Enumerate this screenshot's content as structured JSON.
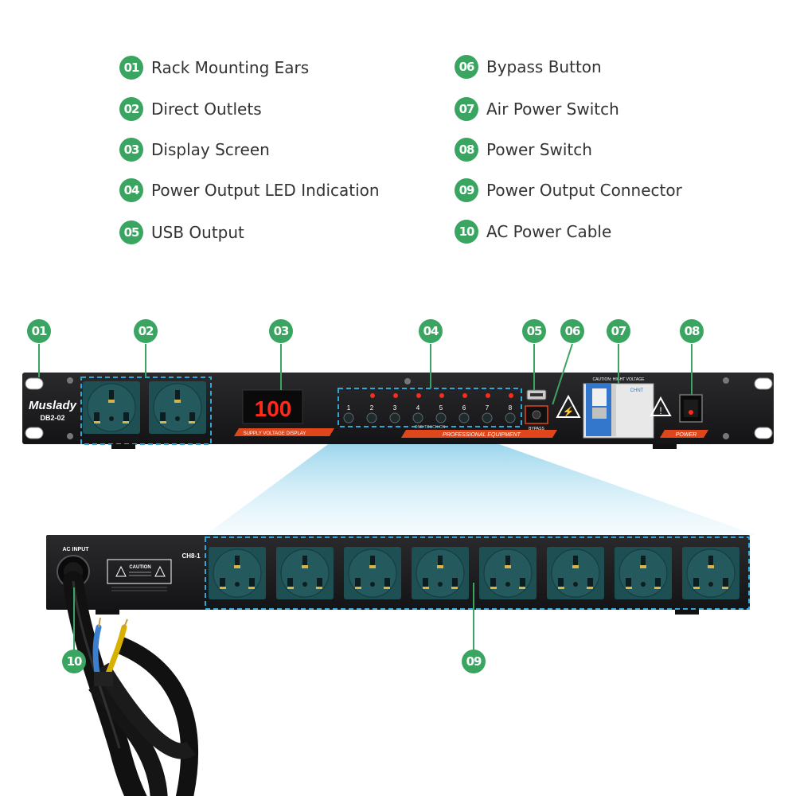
{
  "legend": [
    {
      "num": "01",
      "label": "Rack Mounting Ears"
    },
    {
      "num": "02",
      "label": "Direct Outlets"
    },
    {
      "num": "03",
      "label": "Display Screen"
    },
    {
      "num": "04",
      "label": "Power Output LED Indication"
    },
    {
      "num": "05",
      "label": "USB Output"
    },
    {
      "num": "06",
      "label": "Bypass Button"
    },
    {
      "num": "07",
      "label": "Air Power Switch"
    },
    {
      "num": "08",
      "label": "Power Switch"
    },
    {
      "num": "09",
      "label": "Power Output Connector"
    },
    {
      "num": "10",
      "label": "AC Power Cable"
    }
  ],
  "front_panel": {
    "brand": "Muslady",
    "model": "DB2-02",
    "display_value": "100",
    "display_caption": "SUPPLY VOLTAGE DISPLAY",
    "channels": [
      "1",
      "2",
      "3",
      "4",
      "5",
      "6",
      "7",
      "8"
    ],
    "one_touch_label": "ONE TOUCH ON",
    "professional_label": "PROFESSIONAL EQUIPMENT",
    "bypass_label": "BYPASS",
    "caution_label": "CAUTION: HIGHT VOLTAGE",
    "breaker_brand": "CHNT",
    "power_label": "POWER"
  },
  "rear_panel": {
    "ac_input_label": "AC INPUT",
    "channel_label": "CH8-1",
    "caution_title": "CAUTION"
  },
  "colors": {
    "accent_green": "#3aa560",
    "outlet_teal": "#1e4f53",
    "panel_black": "#1b1b1d",
    "led_red": "#ff2a1a",
    "highlight_orange": "#e0461c"
  }
}
